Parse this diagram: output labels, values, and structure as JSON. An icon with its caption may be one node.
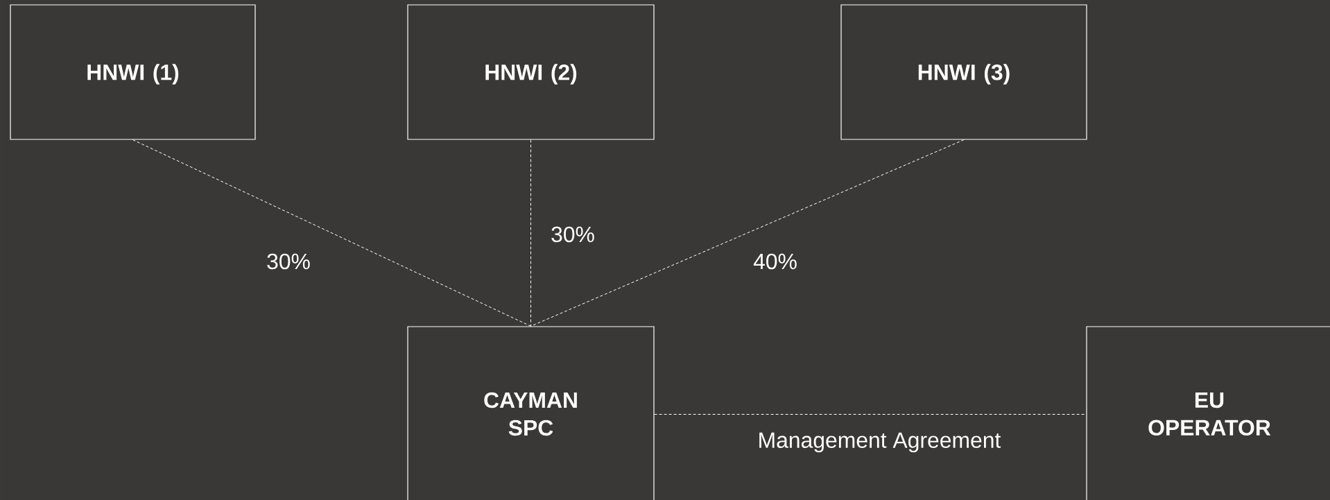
{
  "diagram": {
    "nodes": [
      {
        "text": [
          "HNWI (1)"
        ]
      },
      {
        "text": [
          "HNWI (2)"
        ]
      },
      {
        "text": [
          "HNWI (3)"
        ]
      },
      {
        "text": [
          "CAYMAN SPC"
        ]
      },
      {
        "text": [
          "EU OPERATOR"
        ]
      }
    ],
    "edges": [
      {
        "from": 0,
        "to": 3,
        "arrow": "none",
        "style": "dashed",
        "label": "30%"
      },
      {
        "from": 1,
        "to": 3,
        "arrow": "none",
        "style": "dashed",
        "label": "30%"
      },
      {
        "from": 2,
        "to": 3,
        "arrow": "none",
        "style": "dashed",
        "label": "40%"
      },
      {
        "from": 3,
        "to": 4,
        "arrow": "none",
        "style": "dashed",
        "label": "Management Agreement"
      }
    ]
  }
}
